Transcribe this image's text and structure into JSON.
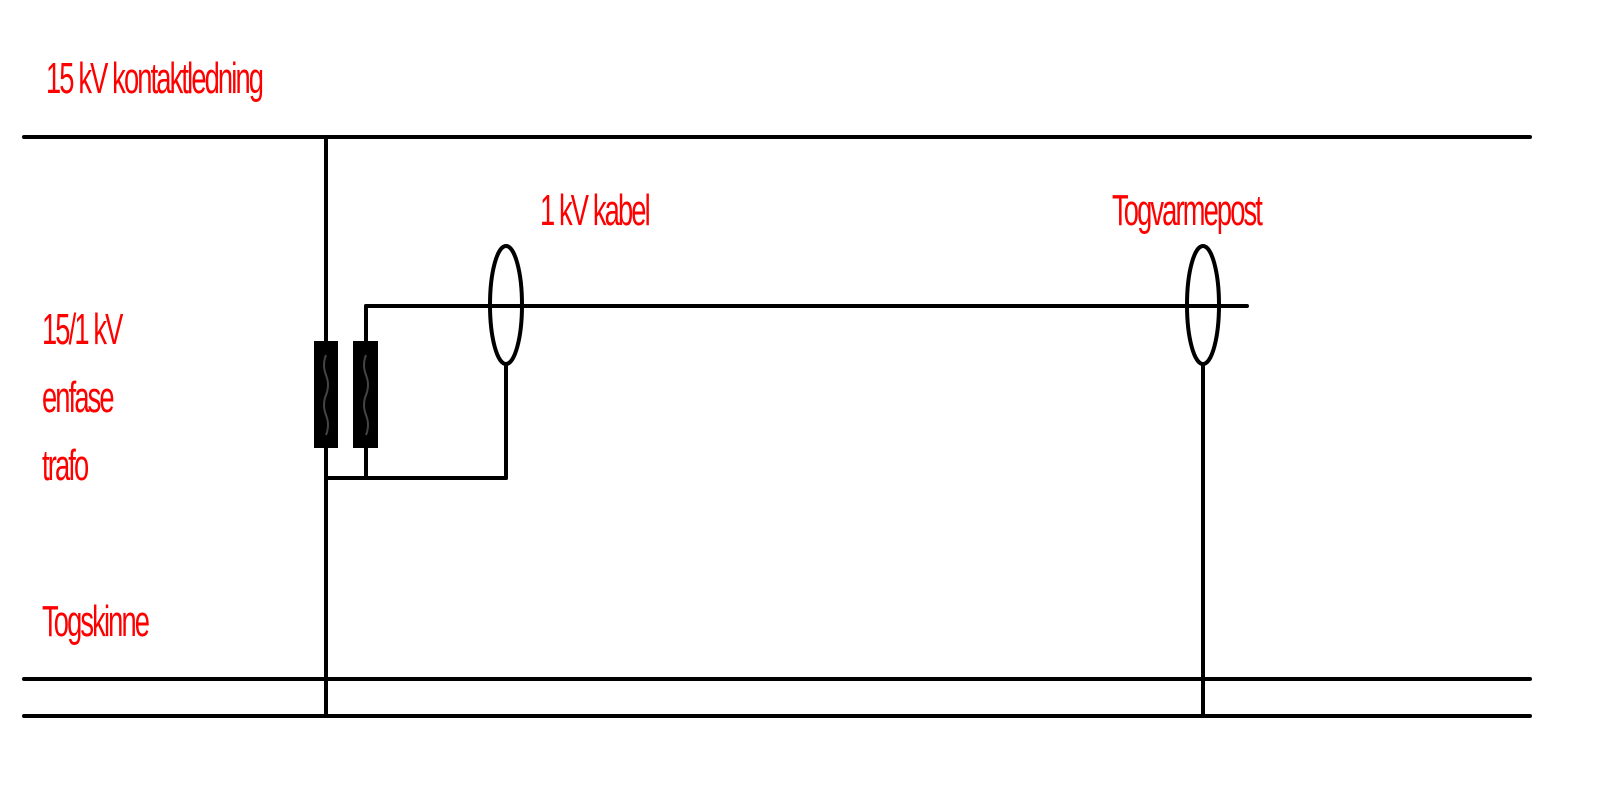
{
  "diagram": {
    "type": "electrical-schematic",
    "colors": {
      "label": "#ff0000",
      "wire": "#000000",
      "background": "#ffffff"
    },
    "labels": {
      "contact_line": "15 kV kontaktledning",
      "cable": "1 kV kabel",
      "heating_post": "Togvarmepost",
      "transformer_line1": "15/1 kV",
      "transformer_line2": "enfase",
      "transformer_line3": "trafo",
      "rail": "Togskinne"
    },
    "components": [
      {
        "id": "contact-line",
        "kind": "overhead-line",
        "voltage": "15 kV"
      },
      {
        "id": "transformer",
        "kind": "single-phase-transformer",
        "ratio": "15/1 kV"
      },
      {
        "id": "cable",
        "kind": "cable",
        "voltage": "1 kV"
      },
      {
        "id": "heating-post",
        "kind": "train-heating-post"
      },
      {
        "id": "rail",
        "kind": "track-rail"
      }
    ]
  }
}
